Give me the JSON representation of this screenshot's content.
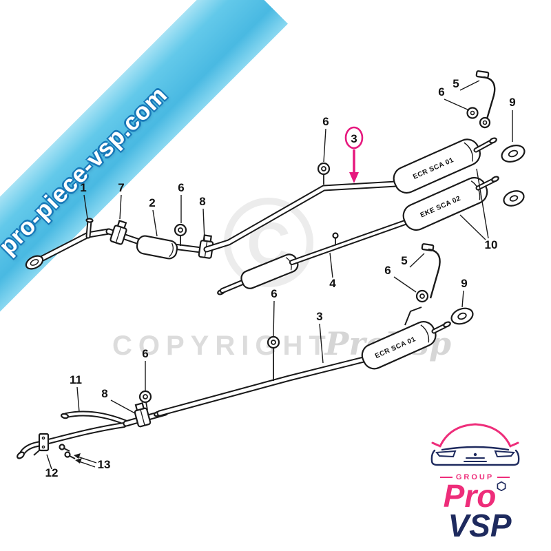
{
  "ribbon": {
    "text": "pro-piece-vsp.com"
  },
  "watermark": {
    "symbol": "C",
    "line": "COPYRIGHT",
    "brand": "ProVsp"
  },
  "diagram": {
    "mufflers": [
      {
        "label": "ECR SCA 01"
      },
      {
        "label": "EKE SCA 02"
      },
      {
        "label": "ECR SCA 01"
      }
    ],
    "callouts": [
      {
        "label": "1"
      },
      {
        "label": "7"
      },
      {
        "label": "2"
      },
      {
        "label": "6"
      },
      {
        "label": "8"
      },
      {
        "label": "6"
      },
      {
        "label": "3"
      },
      {
        "label": "6"
      },
      {
        "label": "5"
      },
      {
        "label": "9"
      },
      {
        "label": "4"
      },
      {
        "label": "5"
      },
      {
        "label": "6"
      },
      {
        "label": "9"
      },
      {
        "label": "3"
      },
      {
        "label": "6"
      },
      {
        "label": "6"
      },
      {
        "label": "8"
      },
      {
        "label": "11"
      },
      {
        "label": "12"
      },
      {
        "label": "13"
      },
      {
        "label": "10"
      }
    ]
  },
  "logo": {
    "group": "GROUP",
    "pro": "Pro",
    "vsp": "VSP"
  },
  "colors": {
    "ribbon_blue": "#5cc6e8",
    "ribbon_text_outline": "#1778b8",
    "accent_pink": "#e6187e",
    "logo_pink": "#ee2d7a",
    "logo_navy": "#1e2a5e",
    "line_black": "#1a1a1a",
    "watermark_gray": "#dcdcdc"
  }
}
